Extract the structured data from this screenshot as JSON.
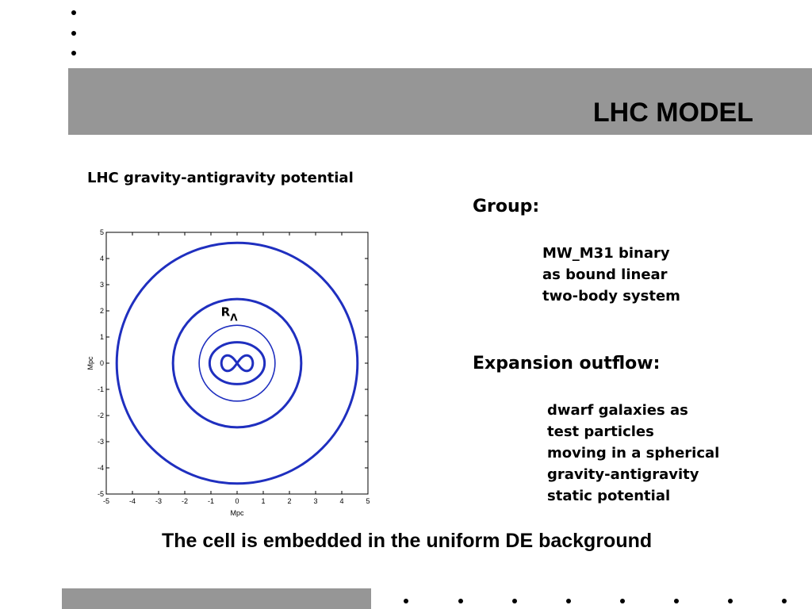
{
  "slide": {
    "title": "LHC MODEL",
    "plot_caption": "LHC gravity-antigravity potential",
    "group_heading": "Group:",
    "group_lines": [
      "MW_M31  binary",
      "as bound linear",
      "two-body system"
    ],
    "expansion_heading": "Expansion outflow:",
    "expansion_lines": [
      "dwarf galaxies as",
      "test particles",
      "moving in a spherical",
      "gravity-antigravity",
      "static potential"
    ],
    "bottom_statement": "The cell is embedded in the uniform DE background"
  },
  "chart_data": {
    "type": "contour",
    "xlabel": "Mpc",
    "ylabel": "Mpc",
    "xlim": [
      -5,
      5
    ],
    "ylim": [
      -5,
      5
    ],
    "xticks": [
      -5,
      -4,
      -3,
      -2,
      -1,
      0,
      1,
      2,
      3,
      4,
      5
    ],
    "yticks": [
      -5,
      -4,
      -3,
      -2,
      -1,
      0,
      1,
      2,
      3,
      4,
      5
    ],
    "annotation": {
      "base": "R",
      "subscript": "Λ",
      "x": -0.3,
      "y": 1.8
    },
    "contours": [
      {
        "shape": "circle",
        "center": [
          0,
          0
        ],
        "radius": 4.6,
        "weight": "thick"
      },
      {
        "shape": "circle",
        "center": [
          0,
          0
        ],
        "radius": 2.45,
        "weight": "thick"
      },
      {
        "shape": "circle",
        "center": [
          0,
          0
        ],
        "radius": 1.45,
        "weight": "thin"
      },
      {
        "shape": "ellipse",
        "center": [
          0,
          0
        ],
        "rx": 1.05,
        "ry": 0.8,
        "weight": "thick"
      },
      {
        "shape": "lemniscate",
        "center": [
          0,
          0
        ],
        "a": 0.6,
        "weight": "thick"
      }
    ],
    "line_color": "#1f2fbf",
    "grid": false
  }
}
